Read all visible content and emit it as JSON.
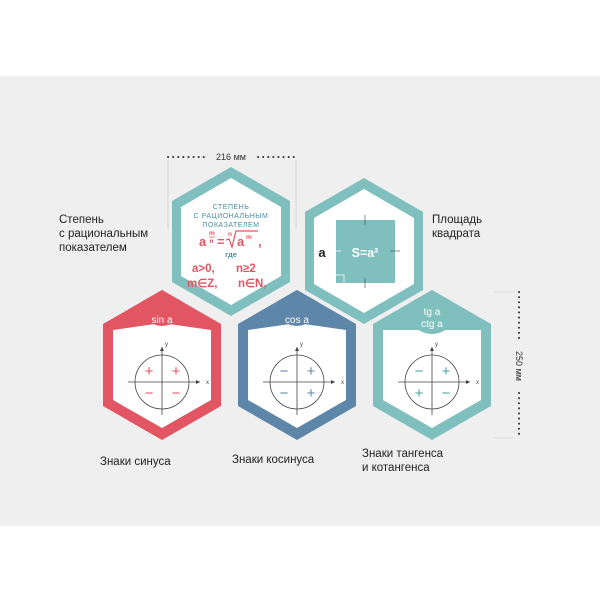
{
  "colors": {
    "background_band": "#efefef",
    "red": "#e25563",
    "blue": "#5e86a8",
    "teal": "#7fbfbe",
    "text": "#222222"
  },
  "dimensions": {
    "width_label": "216 мм",
    "height_label": "250 мм"
  },
  "power_card": {
    "title_line1": "СТЕПЕНЬ",
    "title_line2": "С РАЦИОНАЛЬНЫМ",
    "title_line3": "ПОКАЗАТЕЛЕМ",
    "formula_base": "a",
    "formula_exp_num": "m",
    "formula_exp_den": "n",
    "formula_eq": "=",
    "formula_root_index": "n",
    "formula_radicand": "a",
    "formula_radicand_exp": "m",
    "formula_comma": ",",
    "where": "где",
    "cond1": "a>0,",
    "cond2": "n≥2",
    "cond3": "m∈Z,",
    "cond4": "n∈N,",
    "label_line1": "Степень",
    "label_line2": "с рациональным",
    "label_line3": "показателем"
  },
  "square_card": {
    "side": "a",
    "formula": "S=a²",
    "label_line1": "Площадь",
    "label_line2": "квадрата"
  },
  "sine_card": {
    "tab": "sin a",
    "q1": "+",
    "q2": "+",
    "q3": "−",
    "q4": "−",
    "axis_x": "x",
    "axis_y": "y",
    "label": "Знаки синуса"
  },
  "cosine_card": {
    "tab": "cos a",
    "q1": "+",
    "q2": "−",
    "q3": "−",
    "q4": "+",
    "axis_x": "x",
    "axis_y": "y",
    "label": "Знаки косинуса"
  },
  "tangent_card": {
    "tab_line1": "tg a",
    "tab_line2": "ctg a",
    "q1": "+",
    "q2": "−",
    "q3": "+",
    "q4": "−",
    "axis_x": "x",
    "axis_y": "y",
    "label_line1": "Знаки тангенса",
    "label_line2": "и котангенса"
  }
}
